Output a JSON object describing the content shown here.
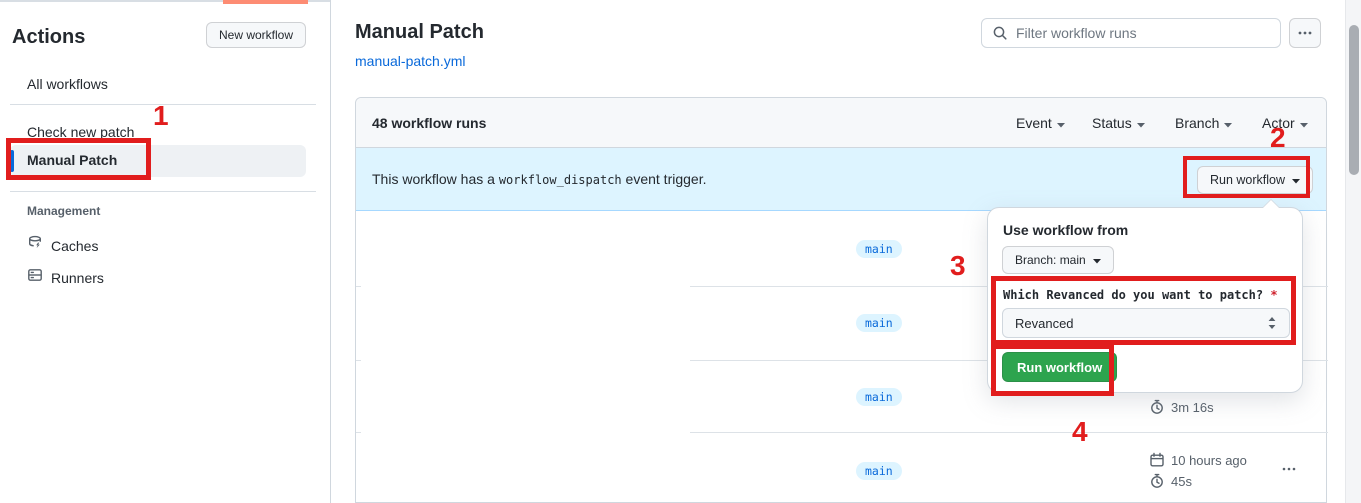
{
  "sidebar": {
    "title": "Actions",
    "new_workflow_button": "New workflow",
    "items": [
      {
        "label": "All workflows"
      },
      {
        "label": "Check new patch"
      },
      {
        "label": "Manual Patch"
      }
    ],
    "management_label": "Management",
    "management_items": [
      {
        "label": "Caches"
      },
      {
        "label": "Runners"
      }
    ]
  },
  "main": {
    "title": "Manual Patch",
    "workflow_file": "manual-patch.yml",
    "filter_placeholder": "Filter workflow runs",
    "runs_count": "48 workflow runs",
    "filters": [
      {
        "label": "Event"
      },
      {
        "label": "Status"
      },
      {
        "label": "Branch"
      },
      {
        "label": "Actor"
      }
    ],
    "banner": {
      "text_before": "This workflow has a",
      "code": "workflow_dispatch",
      "text_after": "event trigger.",
      "run_button": "Run workflow"
    },
    "rows": [
      {
        "branch": "main"
      },
      {
        "branch": "main"
      },
      {
        "branch": "main",
        "duration": "3m 16s"
      },
      {
        "branch": "main",
        "started": "10 hours ago",
        "duration": "45s"
      }
    ]
  },
  "dialog": {
    "heading": "Use workflow from",
    "branch_button": "Branch: main",
    "input_label": "Which Revanced do you want to patch?",
    "required": "*",
    "select_value": "Revanced",
    "run_button": "Run workflow"
  },
  "annotations": {
    "step1": "1",
    "step2": "2",
    "step3": "3",
    "step4": "4"
  },
  "colors": {
    "accent_blue": "#0969da",
    "banner_blue": "#ddf4ff",
    "success_green": "#2da44e",
    "annotation_red": "#e11d1d",
    "tab_underline_orange": "#fd8c73"
  }
}
